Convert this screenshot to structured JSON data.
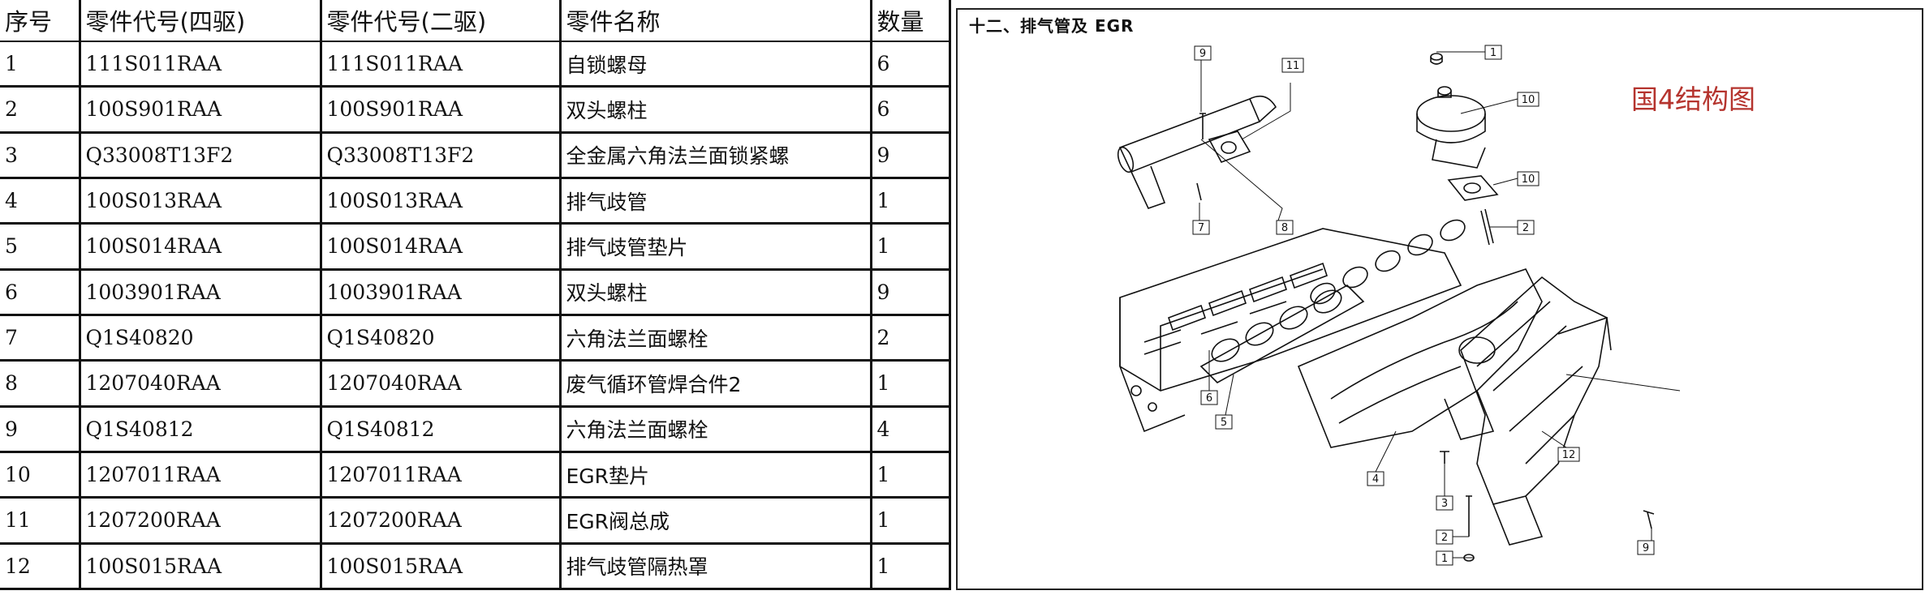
{
  "table": {
    "headers": {
      "index": "序号",
      "code_4wd": "零件代号(四驱)",
      "code_2wd": "零件代号(二驱)",
      "name": "零件名称",
      "qty": "数量"
    },
    "rows": [
      {
        "index": "1",
        "code_4wd": "111S011RAA",
        "code_2wd": "111S011RAA",
        "name": "自锁螺母",
        "qty": "6"
      },
      {
        "index": "2",
        "code_4wd": "100S901RAA",
        "code_2wd": "100S901RAA",
        "name": "双头螺柱",
        "qty": "6"
      },
      {
        "index": "3",
        "code_4wd": "Q33008T13F2",
        "code_2wd": "Q33008T13F2",
        "name": "全金属六角法兰面锁紧螺",
        "qty": "9"
      },
      {
        "index": "4",
        "code_4wd": "100S013RAA",
        "code_2wd": "100S013RAA",
        "name": "排气歧管",
        "qty": "1"
      },
      {
        "index": "5",
        "code_4wd": "100S014RAA",
        "code_2wd": "100S014RAA",
        "name": "排气歧管垫片",
        "qty": "1"
      },
      {
        "index": "6",
        "code_4wd": "1003901RAA",
        "code_2wd": "1003901RAA",
        "name": "双头螺柱",
        "qty": "9"
      },
      {
        "index": "7",
        "code_4wd": "Q1S40820",
        "code_2wd": "Q1S40820",
        "name": "六角法兰面螺栓",
        "qty": "2"
      },
      {
        "index": "8",
        "code_4wd": "1207040RAA",
        "code_2wd": "1207040RAA",
        "name": "废气循环管焊合件2",
        "qty": "1"
      },
      {
        "index": "9",
        "code_4wd": "Q1S40812",
        "code_2wd": "Q1S40812",
        "name": "六角法兰面螺栓",
        "qty": "4"
      },
      {
        "index": "10",
        "code_4wd": "1207011RAA",
        "code_2wd": "1207011RAA",
        "name": "EGR垫片",
        "qty": "1"
      },
      {
        "index": "11",
        "code_4wd": "1207200RAA",
        "code_2wd": "1207200RAA",
        "name": "EGR阀总成",
        "qty": "1"
      },
      {
        "index": "12",
        "code_4wd": "100S015RAA",
        "code_2wd": "100S015RAA",
        "name": "排气歧管隔热罩",
        "qty": "1"
      }
    ]
  },
  "diagram": {
    "title": "十二、排气管及 EGR",
    "structure_label": "国4结构图",
    "structure_label_color": "#b5342e",
    "callouts": [
      "9",
      "1",
      "10",
      "11",
      "10",
      "8",
      "2",
      "7",
      "6",
      "5",
      "4",
      "3",
      "2",
      "1",
      "12",
      "9"
    ]
  }
}
